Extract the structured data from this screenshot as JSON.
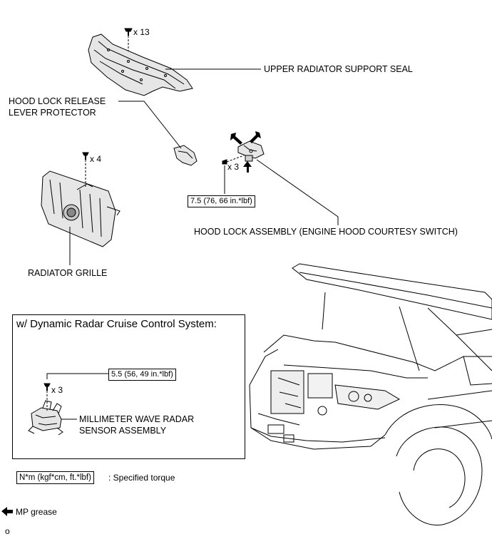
{
  "labels": {
    "upper_radiator_support_seal": "UPPER RADIATOR SUPPORT SEAL",
    "hood_lock_release_lever_protector_line1": "HOOD LOCK RELEASE",
    "hood_lock_release_lever_protector_line2": "LEVER PROTECTOR",
    "hood_lock_assembly": "HOOD LOCK ASSEMBLY (ENGINE HOOD COURTESY SWITCH)",
    "radiator_grille": "RADIATOR GRILLE",
    "radar_sensor_line1": "MILLIMETER WAVE RADAR",
    "radar_sensor_line2": "SENSOR ASSEMBLY"
  },
  "quantities": {
    "seal_clips": "x 13",
    "grille_clips": "x 4",
    "hood_lock_bolts": "x 3",
    "radar_bolts": "x 3"
  },
  "torques": {
    "hood_lock": "7.5 (76, 66 in.*lbf)",
    "radar_sensor": "5.5 (56, 49 in.*lbf)"
  },
  "inset": {
    "title": "w/ Dynamic Radar Cruise Control System:"
  },
  "legend": {
    "torque_symbol": "N*m (kgf*cm, ft.*lbf)",
    "torque_text": ": Specified torque",
    "grease_text": "MP grease"
  },
  "figure_id": "o"
}
